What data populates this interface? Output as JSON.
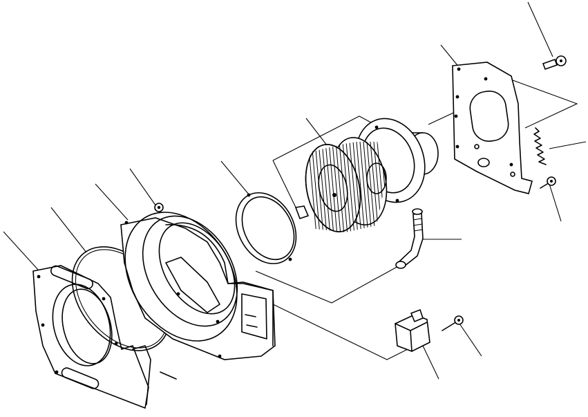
{
  "diagram": {
    "parts": [
      {
        "name": "front-plate"
      },
      {
        "name": "ring-gasket"
      },
      {
        "name": "blower-housing"
      },
      {
        "name": "housing-screw"
      },
      {
        "name": "seal-ring"
      },
      {
        "name": "clip"
      },
      {
        "name": "blower-fan-motor"
      },
      {
        "name": "back-plate"
      },
      {
        "name": "back-plate-bolt"
      },
      {
        "name": "spring"
      },
      {
        "name": "back-plate-screw"
      },
      {
        "name": "hose-connector"
      },
      {
        "name": "resistor"
      },
      {
        "name": "resistor-screw"
      }
    ]
  }
}
